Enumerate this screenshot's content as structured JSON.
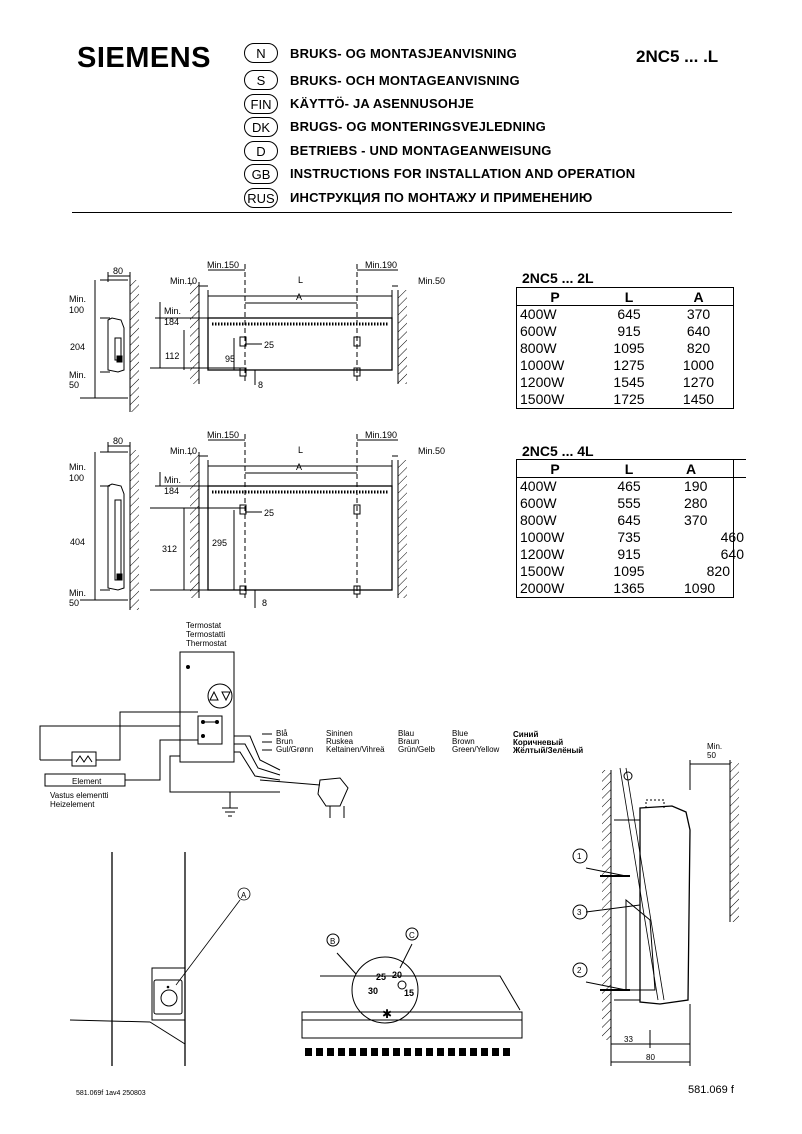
{
  "header": {
    "brand": "SIEMENS",
    "model": "2NC5 ... .L",
    "languages": [
      {
        "code": "N",
        "title": "BRUKS- OG MONTASJEANVISNING"
      },
      {
        "code": "S",
        "title": "BRUKS- OCH MONTAGEANVISNING"
      },
      {
        "code": "FIN",
        "title": "KÄYTTÖ- JA ASENNUSOHJE"
      },
      {
        "code": "DK",
        "title": "BRUGS- OG MONTERINGSVEJLEDNING"
      },
      {
        "code": "D",
        "title": "BETRIEBS - UND MONTAGEANWEISUNG"
      },
      {
        "code": "GB",
        "title": "INSTRUCTIONS FOR INSTALLATION AND OPERATION"
      },
      {
        "code": "RUS",
        "title": "ИНСТРУКЦИЯ ПО МОНТАЖУ И ПРИМЕНЕНИЮ"
      }
    ]
  },
  "table_2l": {
    "title": "2NC5 ... 2L",
    "headers": [
      "P",
      "L",
      "A"
    ],
    "rows": [
      [
        "400W",
        "645",
        "370"
      ],
      [
        "600W",
        "915",
        "640"
      ],
      [
        "800W",
        "1095",
        "820"
      ],
      [
        "1000W",
        "1275",
        "1000"
      ],
      [
        "1200W",
        "1545",
        "1270"
      ],
      [
        "1500W",
        "1725",
        "1450"
      ]
    ]
  },
  "table_4l": {
    "title": "2NC5 ... 4L",
    "headers": [
      "P",
      "L",
      "A"
    ],
    "rows": [
      [
        "400W",
        "465",
        "190"
      ],
      [
        "600W",
        "555",
        "280"
      ],
      [
        "800W",
        "645",
        "370"
      ],
      [
        "1000W",
        "735",
        "460"
      ],
      [
        "1200W",
        "915",
        "640"
      ],
      [
        "1500W",
        "1095",
        "820"
      ],
      [
        "2000W",
        "1365",
        "1090"
      ]
    ]
  },
  "drawing1": {
    "w80": "80",
    "min10": "Min.10",
    "min150": "Min.150",
    "min190": "Min.190",
    "min50": "Min.50",
    "L": "L",
    "A": "A",
    "min100a": "Min.",
    "min100b": "100",
    "min184a": "Min.",
    "min184b": "184",
    "h204": "204",
    "h112": "112",
    "h95": "95",
    "h25": "25",
    "h8": "8",
    "minb": "Min.",
    "min50b": "50"
  },
  "drawing2": {
    "w80": "80",
    "min10": "Min.10",
    "min150": "Min.150",
    "min190": "Min.190",
    "min50": "Min.50",
    "L": "L",
    "A": "A",
    "min100a": "Min.",
    "min100b": "100",
    "min184a": "Min.",
    "min184b": "184",
    "h404": "404",
    "h312": "312",
    "h295": "295",
    "h25": "25",
    "h8": "8",
    "minb": "Min.",
    "min50b": "50"
  },
  "wiring": {
    "thermostat": [
      "Termostat",
      "Termostatti",
      "Thermostat"
    ],
    "element": "Element",
    "heating": [
      "Vastus elementti",
      "Heizelement"
    ],
    "colors": [
      [
        "Blå",
        "Brun",
        "Gul/Grønn"
      ],
      [
        "Sininen",
        "Ruskea",
        "Keltainen/Vihreä"
      ],
      [
        "Blau",
        "Braun",
        "Grün/Gelb"
      ],
      [
        "Blue",
        "Brown",
        "Green/Yellow"
      ],
      [
        "Синий",
        "Коричневый",
        "Жёлтый/Зелёный"
      ]
    ]
  },
  "details": {
    "A": "A",
    "B": "B",
    "C": "C",
    "dial": [
      "30",
      "25",
      "20",
      "15"
    ],
    "n1": "1",
    "n2": "2",
    "n3": "3",
    "min50a": "Min.",
    "min50b": "50",
    "d33": "33",
    "d80": "80"
  },
  "footer": {
    "left": "581.069f  1av4  250803",
    "right": "581.069 f"
  }
}
